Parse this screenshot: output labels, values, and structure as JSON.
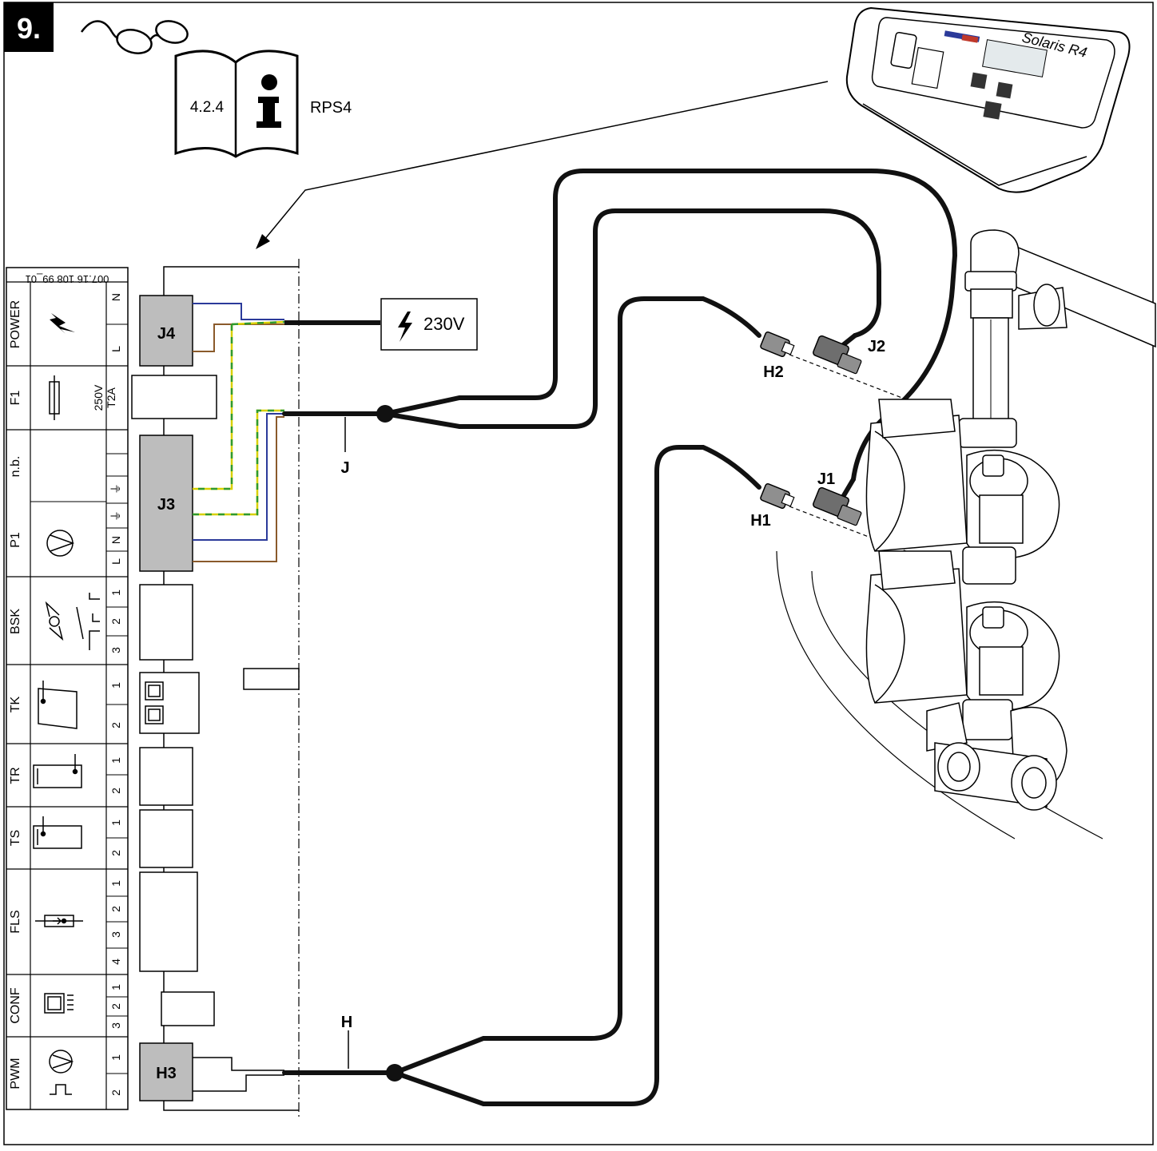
{
  "step_number": "9.",
  "manual_ref": {
    "section": "4.2.4",
    "document": "RPS4"
  },
  "controller": {
    "brand": "Solaris R4"
  },
  "document_code": "007.16 108 99_01",
  "power_supply": {
    "voltage": "230V"
  },
  "terminal_strip": {
    "rows": [
      {
        "name": "POWER",
        "pins": [
          "N",
          "L"
        ]
      },
      {
        "name": "F1",
        "fuse_rating": "250V\nT2A",
        "fuse_line1": "250V",
        "fuse_line2": "T2A"
      },
      {
        "name": "n.b.",
        "pins": []
      },
      {
        "name": "P1",
        "pins": [
          "L",
          "N",
          "⏚",
          "⏚"
        ]
      },
      {
        "name": "BSK",
        "pins": [
          "1",
          "2",
          "3"
        ]
      },
      {
        "name": "TK",
        "pins": [
          "1",
          "2"
        ]
      },
      {
        "name": "TR",
        "pins": [
          "1",
          "2"
        ]
      },
      {
        "name": "TS",
        "pins": [
          "1",
          "2"
        ]
      },
      {
        "name": "FLS",
        "pins": [
          "1",
          "2",
          "3",
          "4"
        ]
      },
      {
        "name": "CONF",
        "pins": [
          "1",
          "2",
          "3"
        ]
      },
      {
        "name": "PWM",
        "pins": [
          "1",
          "2"
        ]
      }
    ]
  },
  "connectors": {
    "J4": "J4",
    "J3": "J3",
    "H3": "H3",
    "J": "J",
    "H": "H",
    "J1": "J1",
    "J2": "J2",
    "H1": "H1",
    "H2": "H2"
  },
  "colors": {
    "phase_brown": "#8a5a2b",
    "neutral_blue": "#2b3a9a",
    "earth_yellow": "#d8d000",
    "earth_green": "#2e9a2e",
    "cable_black": "#111111",
    "connector_grey": "#bdbdbd"
  }
}
